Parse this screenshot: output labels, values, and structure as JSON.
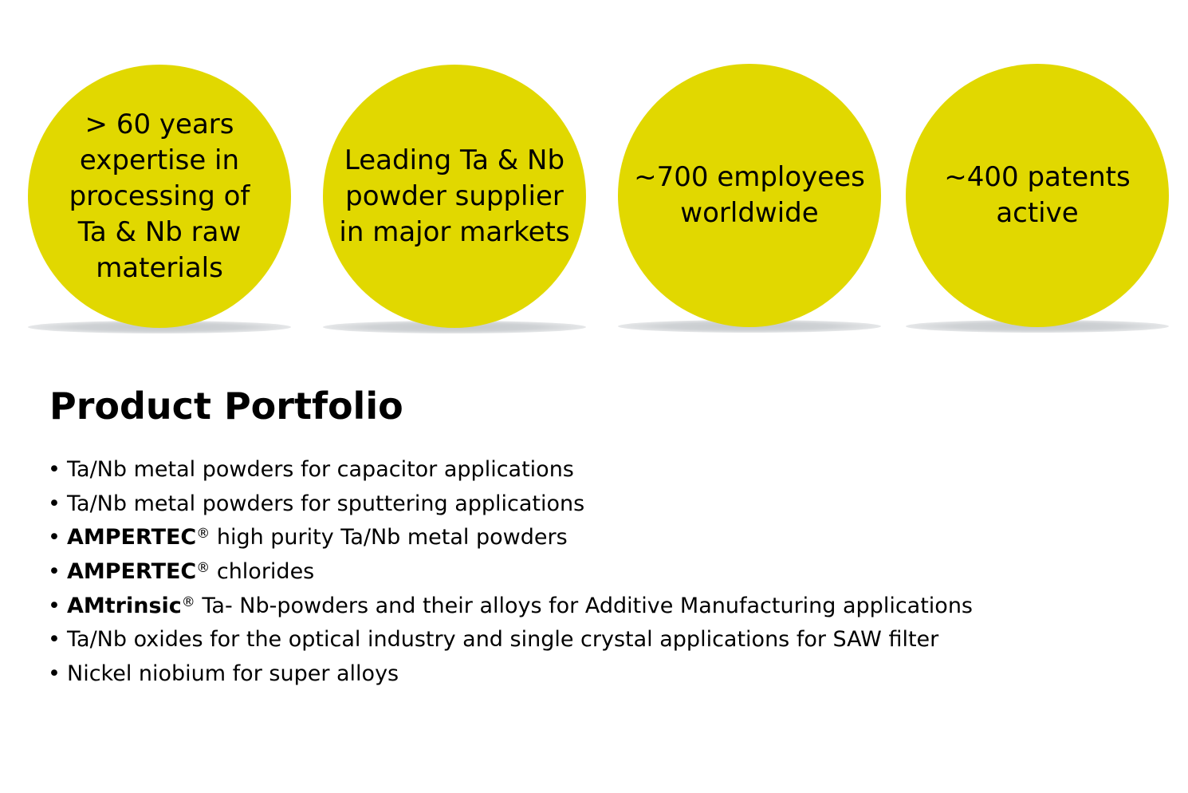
{
  "colors": {
    "circle": "#e1d800"
  },
  "stats": [
    {
      "text": "> 60 years\nexpertise in\nprocessing of\nTa & Nb raw\nmaterials"
    },
    {
      "text": "Leading Ta & Nb\npowder supplier\nin major markets"
    },
    {
      "text": "~700 employees\nworldwide"
    },
    {
      "text": "~400 patents\nactive"
    }
  ],
  "portfolio": {
    "title": "Product Portfolio",
    "items": [
      {
        "bold": "",
        "reg": "",
        "text": "Ta/Nb metal powders for capacitor applications"
      },
      {
        "bold": "",
        "reg": "",
        "text": "Ta/Nb metal powders for sputtering applications"
      },
      {
        "bold": "AMPERTEC",
        "reg": "®",
        "text": " high purity Ta/Nb metal powders"
      },
      {
        "bold": "AMPERTEC",
        "reg": "®",
        "text": " chlorides"
      },
      {
        "bold": "AMtrinsic",
        "reg": "®",
        "text": " Ta- Nb-powders and their alloys for Additive Manufacturing applications"
      },
      {
        "bold": "",
        "reg": "",
        "text": "Ta/Nb oxides for the optical industry and single crystal applications for SAW filter"
      },
      {
        "bold": "",
        "reg": "",
        "text": "Nickel niobium for super alloys"
      }
    ]
  }
}
